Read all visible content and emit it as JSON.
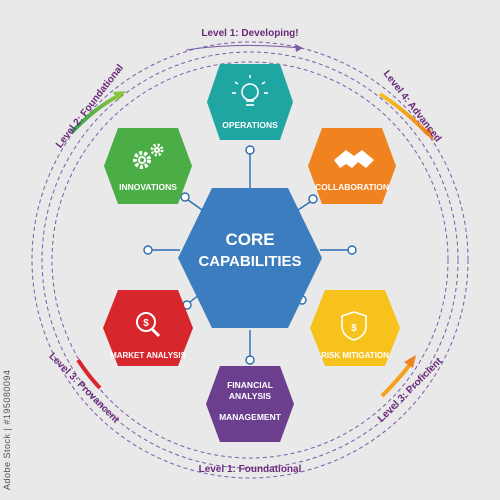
{
  "center": {
    "line1": "CORE",
    "line2": "CAPABILITIES"
  },
  "nodes": {
    "operations": {
      "label": "OPERATIONS",
      "icon": "lightbulb-icon"
    },
    "collaboration": {
      "label": "COLLABORATION",
      "icon": "handshake-icon"
    },
    "risk": {
      "label": "RISK MITIGATION",
      "icon": "shield-dollar-icon"
    },
    "financial": {
      "line1": "FINANCIAL",
      "line2": "ANALYSIS",
      "line3": "MANAGEMENT"
    },
    "market": {
      "label": "MARKET ANALYSIS",
      "icon": "magnifier-dollar-icon"
    },
    "innovations": {
      "label": "INNOVATIONS",
      "icon": "gears-icon"
    }
  },
  "levels": {
    "top": "Level 1: Developing!",
    "bottom": "Level 1: Foundational",
    "upper_left": "Level 2: Foundational",
    "upper_right": "Level 4: Advanced",
    "lower_left": "Level 3: Provancent",
    "lower_right": "Level 3: Proficient"
  },
  "watermark": "Adobe Stock | #195080094",
  "colors": {
    "operations": "#1fa6a3",
    "collaboration": "#f0821f",
    "risk": "#f6c21b",
    "financial": "#6c3f8e",
    "market": "#d8262d",
    "innovations": "#4bad46",
    "center": "#3b7dbf",
    "connector": "#2b6cb0",
    "ring": "#6a4ea0",
    "level_text": "#6a2a7a"
  }
}
